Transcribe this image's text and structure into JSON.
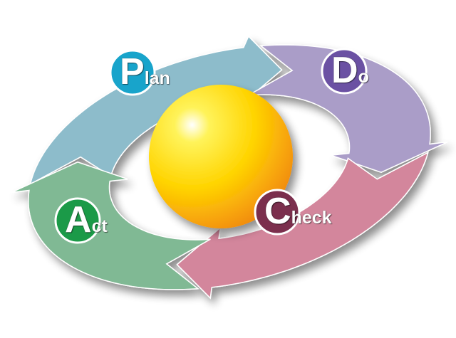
{
  "diagram": {
    "title": "PDCA cycle",
    "stages": [
      {
        "id": "plan",
        "label": "Plan",
        "arrow_color": "#8dbccb",
        "badge_color": "#18a4cb"
      },
      {
        "id": "do",
        "label": "Do",
        "arrow_color": "#aa9dc8",
        "badge_color": "#6b51a3"
      },
      {
        "id": "check",
        "label": "Check",
        "arrow_color": "#d3869c",
        "badge_color": "#7b2f4d"
      },
      {
        "id": "act",
        "label": "Act",
        "arrow_color": "#80b994",
        "badge_color": "#1b9a48"
      }
    ],
    "center_color": "#ffd21a"
  }
}
